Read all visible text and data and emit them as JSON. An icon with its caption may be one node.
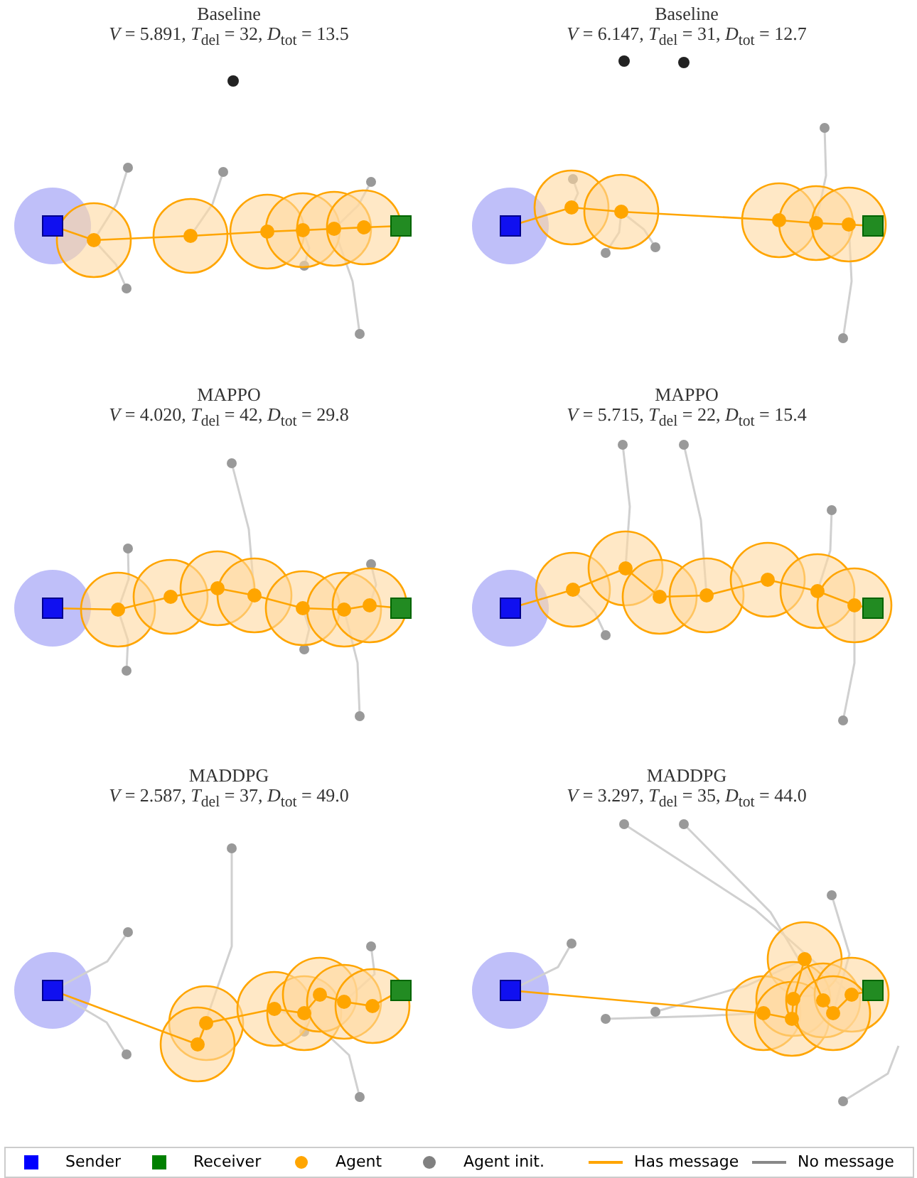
{
  "diagram": {
    "labels": [
      "Baseline",
      "*V* = 5.891, *T*$_{del}$ = 32, *D*$_{tot}$ = 13.5",
      "Baseline",
      "*V* = 6.147, *T*$_{del}$ = 31, *D*$_{tot}$ = 12.7",
      "MAPPO",
      "*V* = 4.020, *T*$_{del}$ = 42, *D*$_{tot}$ = 29.8",
      "MAPPO",
      "*V* = 5.715, *T*$_{del}$ = 22, *D*$_{tot}$ = 15.4",
      "MADDPG",
      "*V* = 2.587, *T*$_{del}$ = 37, *D*$_{tot}$ = 49.0",
      "MADDPG",
      "*V* = 3.297, *T*$_{del}$ = 35, *D*$_{tot}$ = 44.0"
    ],
    "legend": [
      {
        "text": "Sender",
        "color": "#0000ff"
      },
      {
        "text": "Receiver",
        "color": "#008000"
      },
      {
        "text": "Agent",
        "color": "#ffa500"
      },
      {
        "text": "Agent init.",
        "color": "#808080"
      },
      {
        "text": "Has message"
      },
      {
        "text": "No message"
      }
    ]
  }
}
